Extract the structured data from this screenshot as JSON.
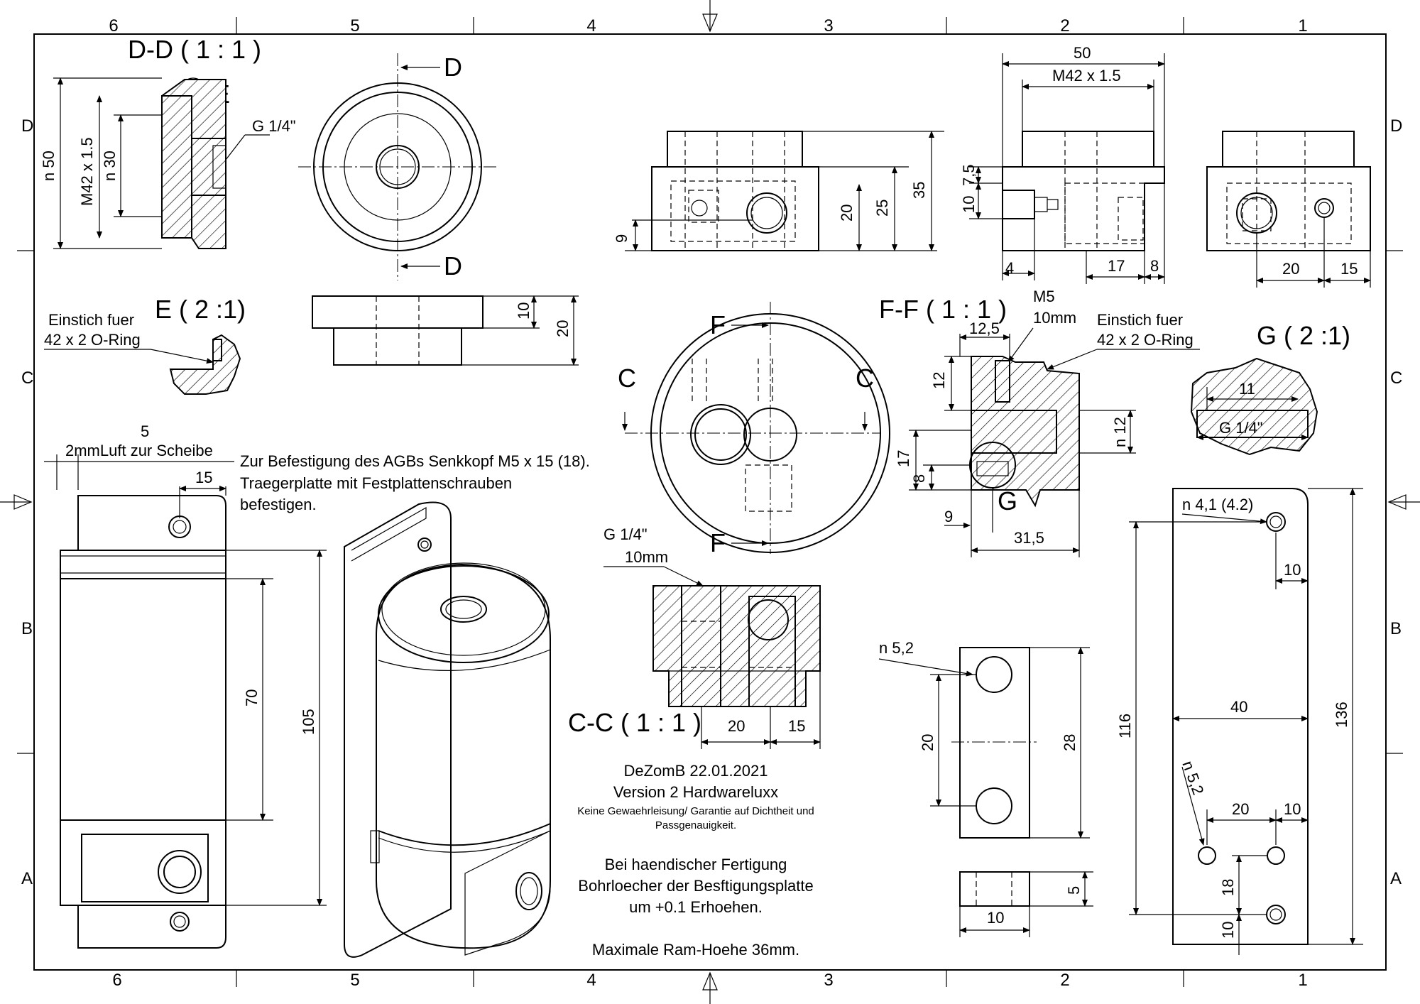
{
  "frame": {
    "columns_top": [
      "6",
      "5",
      "4",
      "3",
      "2",
      "1"
    ],
    "columns_bottom": [
      "6",
      "5",
      "4",
      "3",
      "2",
      "1"
    ],
    "rows_left": [
      "D",
      "C",
      "B",
      "A"
    ],
    "rows_right": [
      "D",
      "C",
      "B",
      "A"
    ]
  },
  "views": {
    "dd": {
      "title": "D-D ( 1 : 1 )",
      "detail_letter": "E",
      "dims": [
        "n 50",
        "M42 x 1.5",
        "n 30"
      ],
      "thread": "G 1/4\""
    },
    "top_round": {
      "cut_top": "D",
      "cut_bottom": "D"
    },
    "side_small": {
      "dims": [
        "10",
        "20"
      ]
    },
    "front_mid": {
      "dims": [
        "9",
        "20",
        "25",
        "35"
      ]
    },
    "side_right": {
      "dims": [
        "50",
        "M42 x 1.5",
        "7,5",
        "10",
        "4",
        "17",
        "8"
      ]
    },
    "end_right": {
      "dims": [
        "20",
        "15"
      ]
    },
    "e_detail": {
      "title": "E ( 2  :1)",
      "note_line1": "Einstich fuer",
      "note_line2": "42 x 2 O-Ring"
    },
    "center_round": {
      "cut_f_top": "F",
      "cut_f_bottom": "F",
      "cut_c_left": "C",
      "cut_c_right": "C"
    },
    "ff": {
      "title": "F-F  ( 1 : 1 )",
      "thread_line1": "M5",
      "thread_line2": "10mm",
      "note_line1": "Einstich fuer",
      "note_line2": "42 x 2 O-Ring",
      "dims": [
        "12,5",
        "12",
        "n 12",
        "17",
        "8",
        "9",
        "31,5"
      ],
      "detail_letter": "G"
    },
    "g_detail": {
      "title": "G ( 2  :1)",
      "dims": [
        "11",
        "G 1/4\""
      ]
    },
    "left_assembly": {
      "top_label_1": "5",
      "top_label_2": "2mmLuft zur    Scheibe",
      "dims": [
        "15",
        "70",
        "105"
      ]
    },
    "mounting_note": {
      "line1": "Zur  Befestigung   des AGBs Senkkopf  M5 x  15 (18).",
      "line2": "Traegerplatte  mit Festplattenschrauben",
      "line3": "befestigen."
    },
    "cc": {
      "title": "C-C ( 1 : 1 )",
      "thread_line1": "G 1/4\"",
      "thread_line2": "10mm",
      "dims": [
        "20",
        "15"
      ]
    },
    "small_block": {
      "hole": "n 5,2",
      "dims": [
        "20",
        "28"
      ]
    },
    "tiny_block": {
      "dims": [
        "5",
        "10"
      ]
    },
    "plate": {
      "hole_top": "n 4,1  (4.2)",
      "hole_bottom": "n 5,2",
      "dims": [
        "10",
        "116",
        "40",
        "136",
        "20",
        "10",
        "18",
        "10"
      ]
    }
  },
  "title_block": {
    "line1": "DeZomB 22.01.2021",
    "line2": "Version  2 Hardwareluxx",
    "line3": "Keine Gewaehrleisung/  Garantie  auf  Dichtheit  und",
    "line4": "Passgenauigkeit.",
    "line5": "Bei haendischer Fertigung",
    "line6": "Bohrloecher der Besftigungsplatte",
    "line7": "um +0.1 Erhoehen.",
    "line8": "Maximale  Ram-Hoehe  36mm."
  }
}
